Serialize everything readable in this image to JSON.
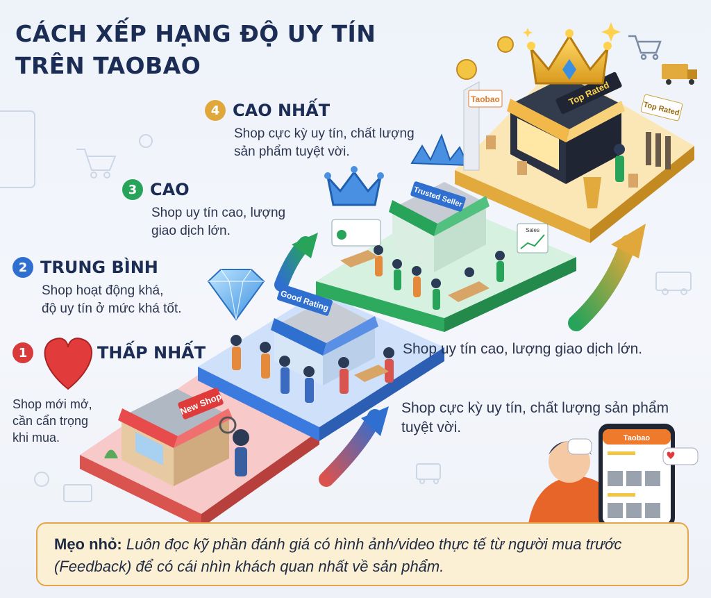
{
  "title_line1": "CÁCH XẾP HẠNG ĐỘ UY TÍN",
  "title_line2": "TRÊN TAOBAO",
  "levels": [
    {
      "number": "1",
      "title": "THẤP NHẤT",
      "desc_lines": [
        "Shop mới mở,",
        "cần cẩn trọng",
        "khi mua."
      ],
      "color": "#d93b3b"
    },
    {
      "number": "2",
      "title": "TRUNG BÌNH",
      "desc_lines": [
        "Shop hoạt động khá,",
        "độ uy tín ở mức khá tốt."
      ],
      "color": "#2f6fd0"
    },
    {
      "number": "3",
      "title": "CAO",
      "desc_lines": [
        "Shop uy tín cao, lượng",
        "giao dịch lớn."
      ],
      "color": "#27a35a"
    },
    {
      "number": "4",
      "title": "CAO NHẤT",
      "desc_lines": [
        "Shop cực kỳ uy tín, chất lượng",
        "sản phẩm tuyệt vời."
      ],
      "color": "#e0a83a"
    }
  ],
  "side_text_1": "Shop uy tín cao, lượng giao dịch lớn.",
  "side_text_2_lines": [
    "Shop cực kỳ uy tín, chất lượng sản phẩm",
    "tuyệt vời."
  ],
  "signs": {
    "new_shop": "New Shop",
    "good_rating": "Good Rating",
    "trusted_seller": "Trusted Seller",
    "top_rated": "Top Rated",
    "top_rated_side": "Top Rated",
    "taobao_wall": "Taobao",
    "phone_app": "Taobao",
    "sales_board": "Sales"
  },
  "tip": {
    "label": "Mẹo nhỏ:",
    "text": "Luôn đọc kỹ phần đánh giá có hình ảnh/video thực tế từ người mua trước (Feedback) để có cái nhìn khách quan nhất về sản phẩm."
  },
  "colors": {
    "red": "#d93b3b",
    "blue": "#2f6fd0",
    "green": "#27a35a",
    "gold": "#e0a83a",
    "navy": "#1c2d55",
    "tip_bg": "#fbf0d4",
    "tip_border": "#e3a64a"
  }
}
